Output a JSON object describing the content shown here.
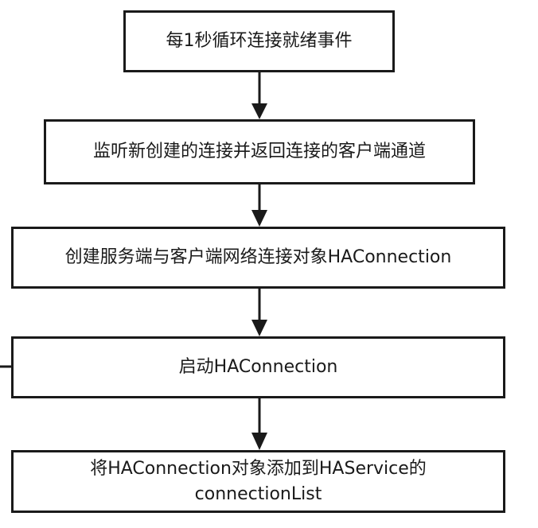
{
  "diagram": {
    "steps": [
      {
        "label": "每1秒循环连接就绪事件"
      },
      {
        "label": "监听新创建的连接并返回连接的客户端通道"
      },
      {
        "label": "创建服务端与客户端网络连接对象HAConnection"
      },
      {
        "label": "启动HAConnection"
      },
      {
        "label_line1": "将HAConnection对象添加到HAService的",
        "label_line2": "connectionList"
      }
    ]
  },
  "colors": {
    "stroke": "#1a1a1a",
    "background": "#ffffff",
    "text": "#1a1a1a"
  }
}
